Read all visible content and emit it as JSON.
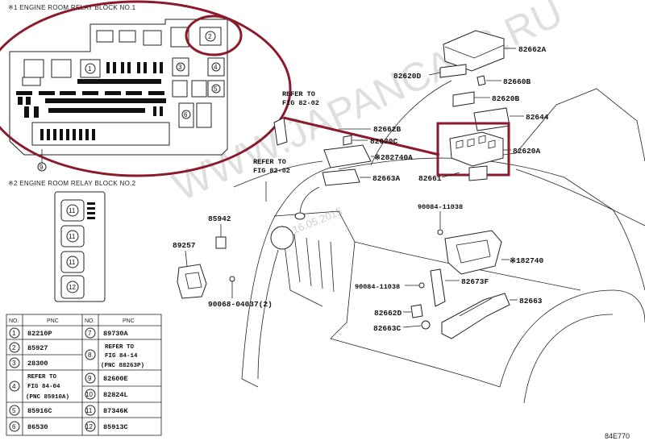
{
  "relay_block_1": {
    "title": "※1 ENGINE ROOM RELAY BLOCK NO.1",
    "markers": [
      "2",
      "1",
      "3",
      "4",
      "5",
      "6",
      "9"
    ]
  },
  "relay_block_2": {
    "title": "※2 ENGINE ROOM RELAY BLOCK NO.2",
    "markers": [
      "11",
      "11",
      "11",
      "12"
    ]
  },
  "refer_labels": {
    "a1": "REFER TO",
    "a2": "FIG 82-02",
    "b1": "REFER TO",
    "b2": "FIG 82-02"
  },
  "parts": {
    "p82662A": "82662A",
    "p82620D": "82620D",
    "p82660B": "82660B",
    "p82620B": "82620B",
    "p82644": "82644",
    "p82662B": "82662B",
    "p82620C": "82620C",
    "p82740A": "※282740A",
    "p82620A": "82620A",
    "p82663A": "82663A",
    "p82661": "82661",
    "p90084a": "90084-11038",
    "p85942": "85942",
    "p89257": "89257",
    "p82740": "※182740",
    "p90084b": "90084-11038",
    "p82673F": "82673F",
    "p90068": "90068-04037(2)",
    "p82662D": "82662D",
    "p82663": "82663",
    "p82663C": "82663C"
  },
  "table": {
    "headers": {
      "no": "NO.",
      "pnc": "PNC"
    },
    "left_rows": [
      {
        "no": "1",
        "pnc": "82210P"
      },
      {
        "no": "2",
        "pnc": "85927"
      },
      {
        "no": "3",
        "pnc": "28300"
      },
      {
        "no": "4",
        "pnc1": "REFER TO",
        "pnc2": "FIG 84-04",
        "pnc3": "(PNC 85910A)"
      },
      {
        "no": "5",
        "pnc": "85916C"
      },
      {
        "no": "6",
        "pnc": "86530"
      }
    ],
    "right_rows": [
      {
        "no": "7",
        "pnc": "89730A"
      },
      {
        "no": "8",
        "pnc1": "REFER TO",
        "pnc2": "FIG 84-14",
        "pnc3": "(PNC 88263P)"
      },
      {
        "no": "9",
        "pnc": "82600E"
      },
      {
        "no": "10",
        "pnc": "82824L"
      },
      {
        "no": "11",
        "pnc": "87346K"
      },
      {
        "no": "12",
        "pnc": "85913C"
      }
    ]
  },
  "watermark": {
    "text": "WWW.JAPANCATS.RU",
    "date": "16.05.2015"
  },
  "diagram_code": "84E770",
  "colors": {
    "highlight": "#8b1a2b",
    "line": "#222222",
    "watermark": "#b8b8b8"
  }
}
